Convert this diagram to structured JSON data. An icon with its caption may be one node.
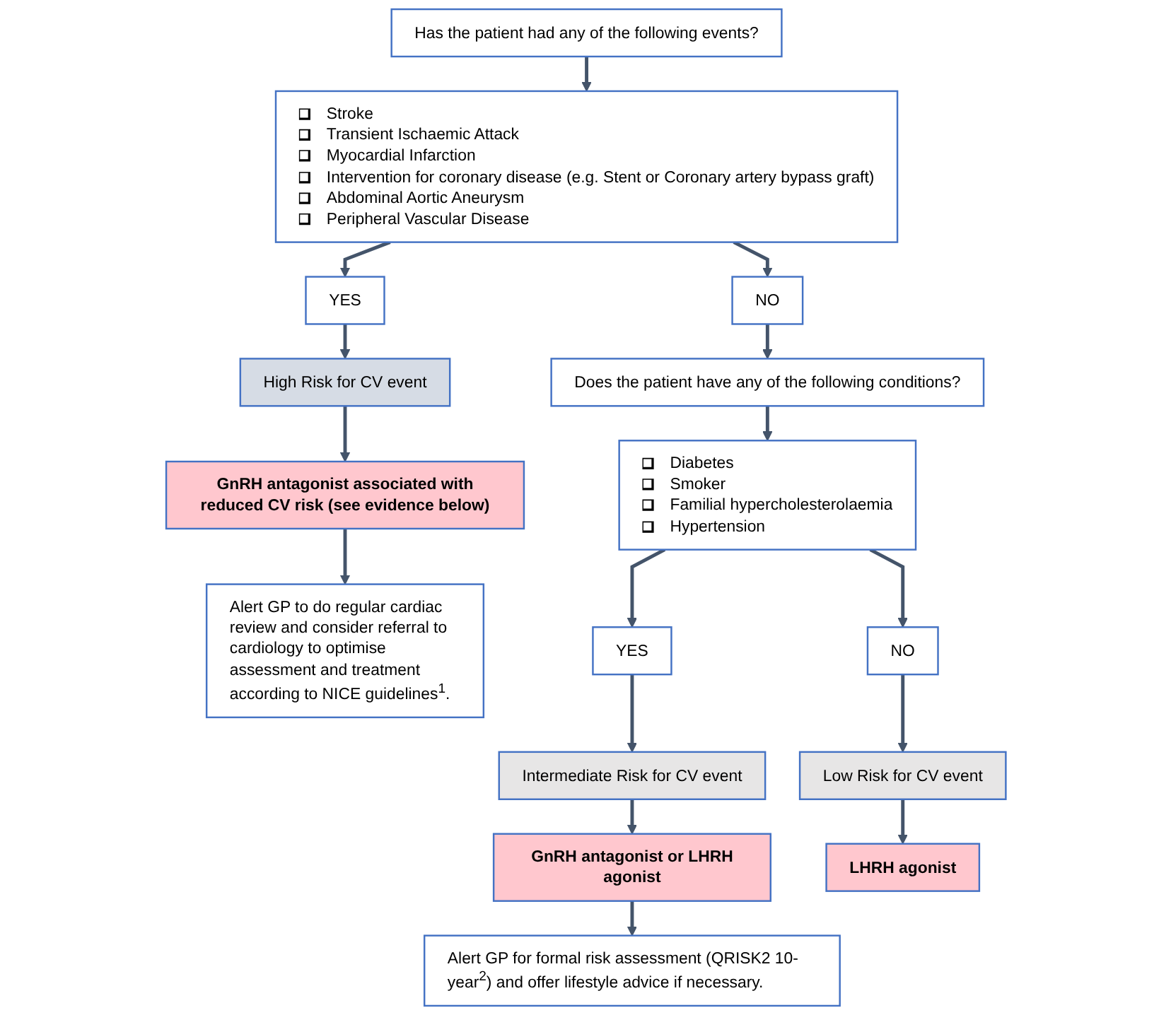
{
  "diagram": {
    "nodes": [
      {
        "text": [
          "Has the patient had any of the following events?"
        ]
      },
      {
        "text": [
          "Stroke",
          "Transient Ischaemic Attack",
          "Myocardial Infarction",
          "Intervention for coronary disease (e.g. Stent or Coronary artery bypass graft)",
          "Abdominal Aortic Aneurysm",
          "Peripheral Vascular Disease"
        ]
      },
      {
        "text": [
          "YES"
        ]
      },
      {
        "text": [
          "NO"
        ]
      },
      {
        "text": [
          "High Risk for CV event"
        ]
      },
      {
        "text": [
          "Does the patient have any of the following conditions?"
        ]
      },
      {
        "text": [
          "GnRH antagonist associated with reduced CV risk (see evidence below)"
        ]
      },
      {
        "text": [
          "Diabetes",
          "Smoker",
          "Familial hypercholesterolaemia",
          "Hypertension"
        ]
      },
      {
        "text": [
          "Alert GP to do regular cardiac review and consider referral to cardiology to optimise assessment and treatment according to NICE guidelines$^{1}$."
        ]
      },
      {
        "text": [
          "YES"
        ]
      },
      {
        "text": [
          "NO"
        ]
      },
      {
        "text": [
          "Intermediate Risk for CV event"
        ]
      },
      {
        "text": [
          "Low Risk for CV event"
        ]
      },
      {
        "text": [
          "GnRH antagonist or LHRH agonist"
        ]
      },
      {
        "text": [
          "LHRH agonist"
        ]
      },
      {
        "text": [
          "Alert GP for formal risk assessment (QRISK2 10-year$^{2}$) and offer lifestyle advice if necessary."
        ]
      }
    ],
    "edges": [
      {
        "from": 0,
        "to": 1,
        "arrow": "to"
      },
      {
        "from": 1,
        "to": 2,
        "arrow": "to"
      },
      {
        "from": 1,
        "to": 3,
        "arrow": "to"
      },
      {
        "from": 2,
        "to": 4,
        "arrow": "to"
      },
      {
        "from": 4,
        "to": 6,
        "arrow": "to"
      },
      {
        "from": 6,
        "to": 8,
        "arrow": "to"
      },
      {
        "from": 3,
        "to": 5,
        "arrow": "to"
      },
      {
        "from": 5,
        "to": 7,
        "arrow": "to"
      },
      {
        "from": 7,
        "to": 9,
        "arrow": "to"
      },
      {
        "from": 7,
        "to": 10,
        "arrow": "to"
      },
      {
        "from": 9,
        "to": 11,
        "arrow": "to"
      },
      {
        "from": 10,
        "to": 12,
        "arrow": "to"
      },
      {
        "from": 11,
        "to": 13,
        "arrow": "to"
      },
      {
        "from": 12,
        "to": 14,
        "arrow": "to"
      },
      {
        "from": 13,
        "to": 15,
        "arrow": "to"
      }
    ]
  }
}
